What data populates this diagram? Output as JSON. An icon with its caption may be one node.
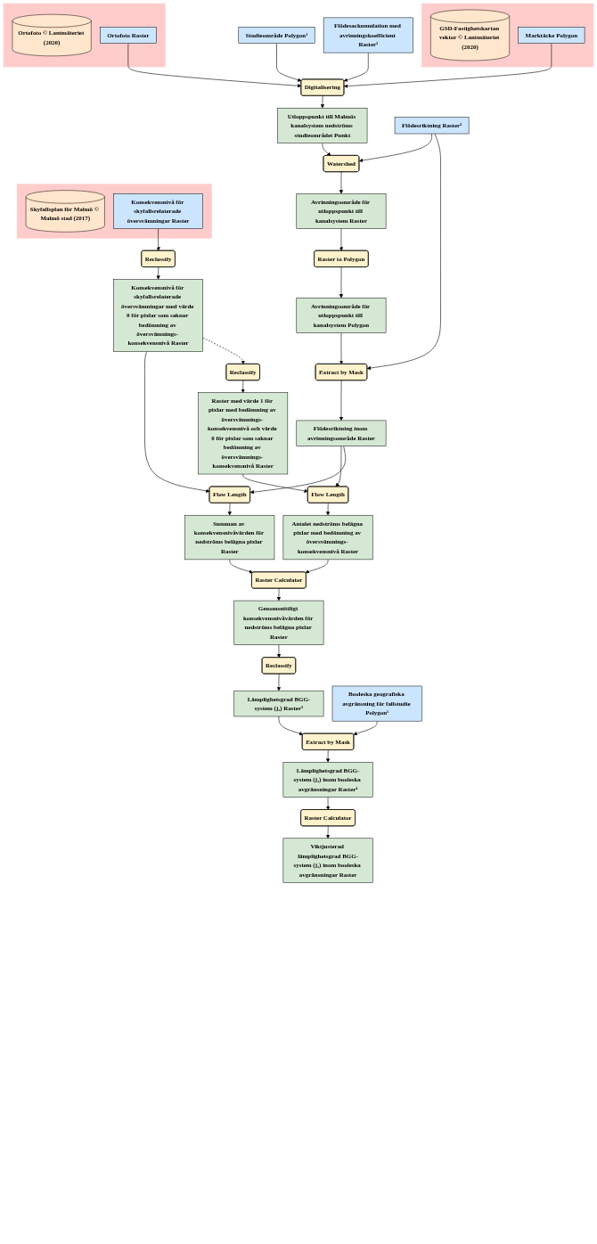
{
  "diagram": {
    "nodes": [
      {
        "text": [],
        "shape": "box"
      },
      {
        "text": [
          "Skyfallsplan för Malmö © Malmö stad (2017)"
        ],
        "in": 0
      },
      {
        "text": [
          "Konsekvensnivå för skyfallsrelaterade översvämningar Raster"
        ],
        "in": 0
      },
      {
        "text": [],
        "shape": "box"
      },
      {
        "text": [
          "Ortofoto © Lantmäteriet (2020)"
        ],
        "in": 3
      },
      {
        "text": [
          "Ortofoto Raster"
        ],
        "in": 3
      },
      {
        "text": [],
        "shape": "box"
      },
      {
        "text": [
          "GSD-Fastighetskartan vektor © Lantmäteriet (2020)"
        ],
        "in": 6
      },
      {
        "text": [
          "Marktäcke Polygon"
        ],
        "in": 6
      },
      {
        "text": [
          "Reclassify"
        ]
      },
      {
        "text": [
          "Konsekvensnivå för skyfallsrelaterade översvämningar med värde 0 för pixlar som saknar bedömning av översvämnings- konsekvensnivå Raster"
        ]
      },
      {
        "text": [
          "Flow Length"
        ]
      },
      {
        "text": [
          "Summan av konsekvensnivåvärden för nedströms belägna pixlar Raster"
        ]
      },
      {
        "text": [
          "Raster Calculator"
        ]
      },
      {
        "text": [
          "Genomsnittligt konsekvensnivåvärden för nedströms belägna pixlar Raster"
        ]
      },
      {
        "text": [
          "Reclassify"
        ]
      },
      {
        "text": [
          "Lämplighetsgrad BGG-system (j₃) Raster³"
        ]
      },
      {
        "text": [
          "Extract by Mask"
        ]
      },
      {
        "text": [
          "Lämplighetsgrad BGG-system (j₃) inom booleska avgränsningar Raster⁴"
        ]
      },
      {
        "text": [
          "Digitalisering"
        ]
      },
      {
        "text": [
          "Utloppspunkt till Malmös kanalsystem nedströms studieområdet Punkt"
        ]
      },
      {
        "text": [
          "Watershed"
        ]
      },
      {
        "text": [
          "Avrinningsområde för utloppspunkt till kanalsystem Raster"
        ]
      },
      {
        "text": [
          "Raster to Polygon"
        ]
      },
      {
        "text": [
          "Avrinningsområde för utloppspunkt till kanalsystem Polygon"
        ]
      },
      {
        "text": [
          "Extract by Mask"
        ]
      },
      {
        "text": [
          "Flödesriktning inom avrinningsområde Raster"
        ]
      },
      {
        "text": [
          "Booleska geografiska avgränsning för fallstudie Polygon¹"
        ]
      },
      {
        "text": [
          "Studieområde Polygon¹"
        ]
      },
      {
        "text": [
          "Flödesackumulation med avrinningskoefficient Raster²"
        ]
      },
      {
        "text": [
          "Flödesriktning Raster²"
        ]
      },
      {
        "text": [
          "Reclassify"
        ]
      },
      {
        "text": [
          "Raster med värde 1 för pixlar med bedömning av översvämnings- konsekvensnivå och värde 0 för pixlar som saknar bedömning av översvämnings- konsekvensnivå Raster"
        ]
      },
      {
        "text": [
          "Flow Length"
        ]
      },
      {
        "text": [
          "Antalet nedströms belägna pixlar med bedömning av översvämnings- konsekvensnivå Raster"
        ]
      },
      {
        "text": [
          "Raster Calculator"
        ]
      },
      {
        "text": [
          "Viktjusterad lämplighetsgrad BGG-system (j₃) inom booleska avgränsningar Raster"
        ]
      }
    ],
    "edges": [
      {
        "from": 2,
        "to": 9,
        "arrow": "to"
      },
      {
        "from": 9,
        "to": 10,
        "arrow": "to"
      },
      {
        "from": 10,
        "to": 11,
        "arrow": "to"
      },
      {
        "from": 11,
        "to": 12,
        "arrow": "to"
      },
      {
        "from": 12,
        "to": 13,
        "arrow": "to"
      },
      {
        "from": 13,
        "to": 14,
        "arrow": "to"
      },
      {
        "from": 14,
        "to": 15,
        "arrow": "to"
      },
      {
        "from": 15,
        "to": 16,
        "arrow": "to"
      },
      {
        "from": 16,
        "to": 17,
        "arrow": "to"
      },
      {
        "from": 17,
        "to": 18,
        "arrow": "to"
      },
      {
        "from": 5,
        "to": 19,
        "arrow": "to"
      },
      {
        "from": 28,
        "to": 19,
        "arrow": "to"
      },
      {
        "from": 8,
        "to": 19,
        "arrow": "to"
      },
      {
        "from": 29,
        "to": 19,
        "arrow": "to"
      },
      {
        "from": 19,
        "to": 20,
        "arrow": "to"
      },
      {
        "from": 20,
        "to": 21,
        "arrow": "to"
      },
      {
        "from": 30,
        "to": 21,
        "arrow": "to"
      },
      {
        "from": 21,
        "to": 22,
        "arrow": "to"
      },
      {
        "from": 22,
        "to": 23,
        "arrow": "to"
      },
      {
        "from": 23,
        "to": 24,
        "arrow": "to"
      },
      {
        "from": 24,
        "to": 25,
        "arrow": "to"
      },
      {
        "from": 30,
        "to": 25,
        "arrow": "to"
      },
      {
        "from": 25,
        "to": 26,
        "arrow": "to"
      },
      {
        "from": 10,
        "to": 31,
        "arrow": "to",
        "style": "dashed"
      },
      {
        "from": 31,
        "to": 32,
        "arrow": "to"
      },
      {
        "from": 32,
        "to": 33,
        "arrow": "to"
      },
      {
        "from": 26,
        "to": 33,
        "arrow": "to"
      },
      {
        "from": 26,
        "to": 11,
        "arrow": "to"
      },
      {
        "from": 33,
        "to": 34,
        "arrow": "to"
      },
      {
        "from": 34,
        "to": 13,
        "arrow": "to"
      },
      {
        "from": 27,
        "to": 17,
        "arrow": "to"
      },
      {
        "from": 18,
        "to": 35,
        "arrow": "to"
      },
      {
        "from": 35,
        "to": 36,
        "arrow": "to"
      }
    ]
  }
}
